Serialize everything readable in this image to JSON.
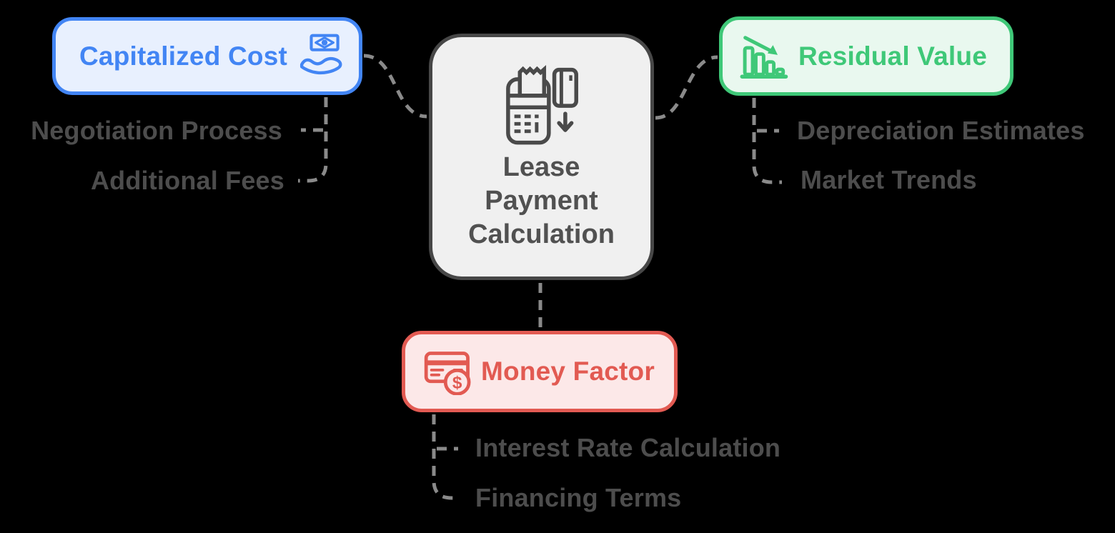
{
  "diagram": {
    "type": "mind-map",
    "background_color": "#000000",
    "connector_color": "#8a8a8a",
    "connector_style": "dashed"
  },
  "center": {
    "title": "Lease Payment Calculation",
    "title_lines": [
      "Lease",
      "Payment",
      "Calculation"
    ],
    "icon": "pos-terminal-card-icon",
    "border_color": "#474747",
    "fill_color": "#f0f0f0",
    "text_color": "#515151"
  },
  "branches": [
    {
      "id": "capitalized-cost",
      "label": "Capitalized Cost",
      "icon": "money-hand-icon",
      "position": "top-left",
      "border_color": "#4285f4",
      "fill_color": "#e8f0fe",
      "text_color": "#4285f4",
      "children": [
        "Negotiation Process",
        "Additional Fees"
      ]
    },
    {
      "id": "residual-value",
      "label": "Residual Value",
      "icon": "declining-bar-chart-icon",
      "position": "top-right",
      "border_color": "#3fc878",
      "fill_color": "#e9f8ef",
      "text_color": "#3fc878",
      "children": [
        "Depreciation Estimates",
        "Market Trends"
      ]
    },
    {
      "id": "money-factor",
      "label": "Money Factor",
      "icon": "credit-card-dollar-icon",
      "position": "bottom-center",
      "border_color": "#e25a52",
      "fill_color": "#fce8e8",
      "text_color": "#e25a52",
      "children": [
        "Interest Rate Calculation",
        "Financing Terms"
      ]
    }
  ],
  "sub_label_text_color": "#4d4d4d"
}
